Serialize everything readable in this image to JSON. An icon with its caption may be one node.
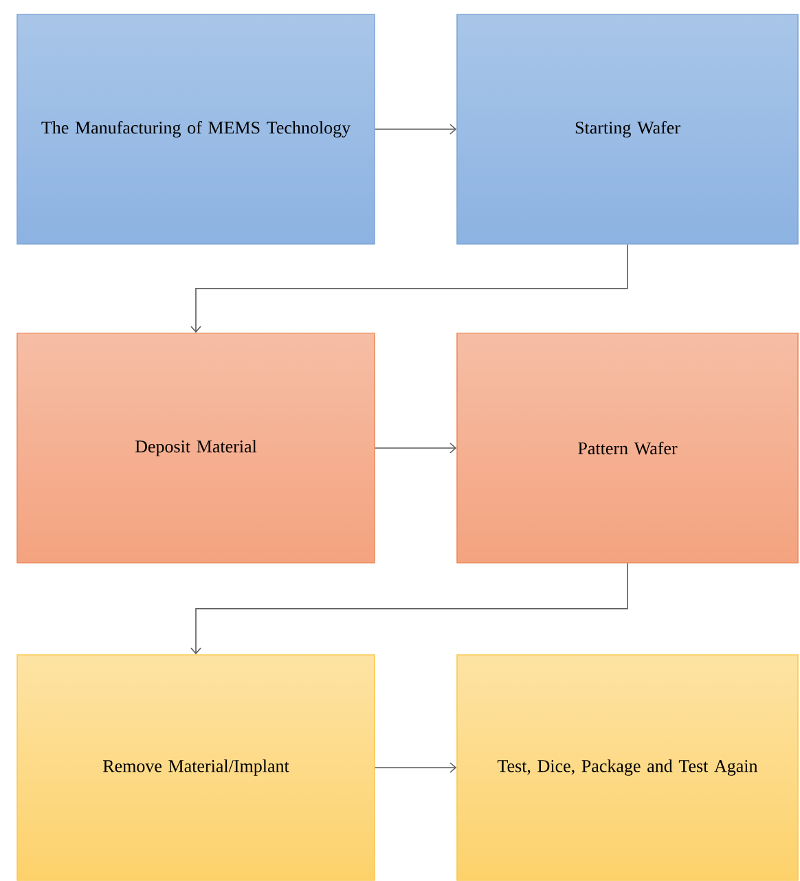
{
  "diagram": {
    "nodes": [
      {
        "text": [
          "The Manufacturing of MEMS Technology"
        ]
      },
      {
        "text": [
          "Starting Wafer"
        ]
      },
      {
        "text": [
          "Deposit Material"
        ]
      },
      {
        "text": [
          "Pattern Wafer"
        ]
      },
      {
        "text": [
          "Remove Material/Implant"
        ]
      },
      {
        "text": [
          "Test, Dice, Package and Test Again"
        ]
      }
    ],
    "edges": [
      {
        "from": 0,
        "to": 1,
        "arrow": "to"
      },
      {
        "from": 1,
        "to": 2,
        "arrow": "to"
      },
      {
        "from": 2,
        "to": 3,
        "arrow": "to"
      },
      {
        "from": 3,
        "to": 4,
        "arrow": "to"
      },
      {
        "from": 4,
        "to": 5,
        "arrow": "to"
      }
    ]
  }
}
